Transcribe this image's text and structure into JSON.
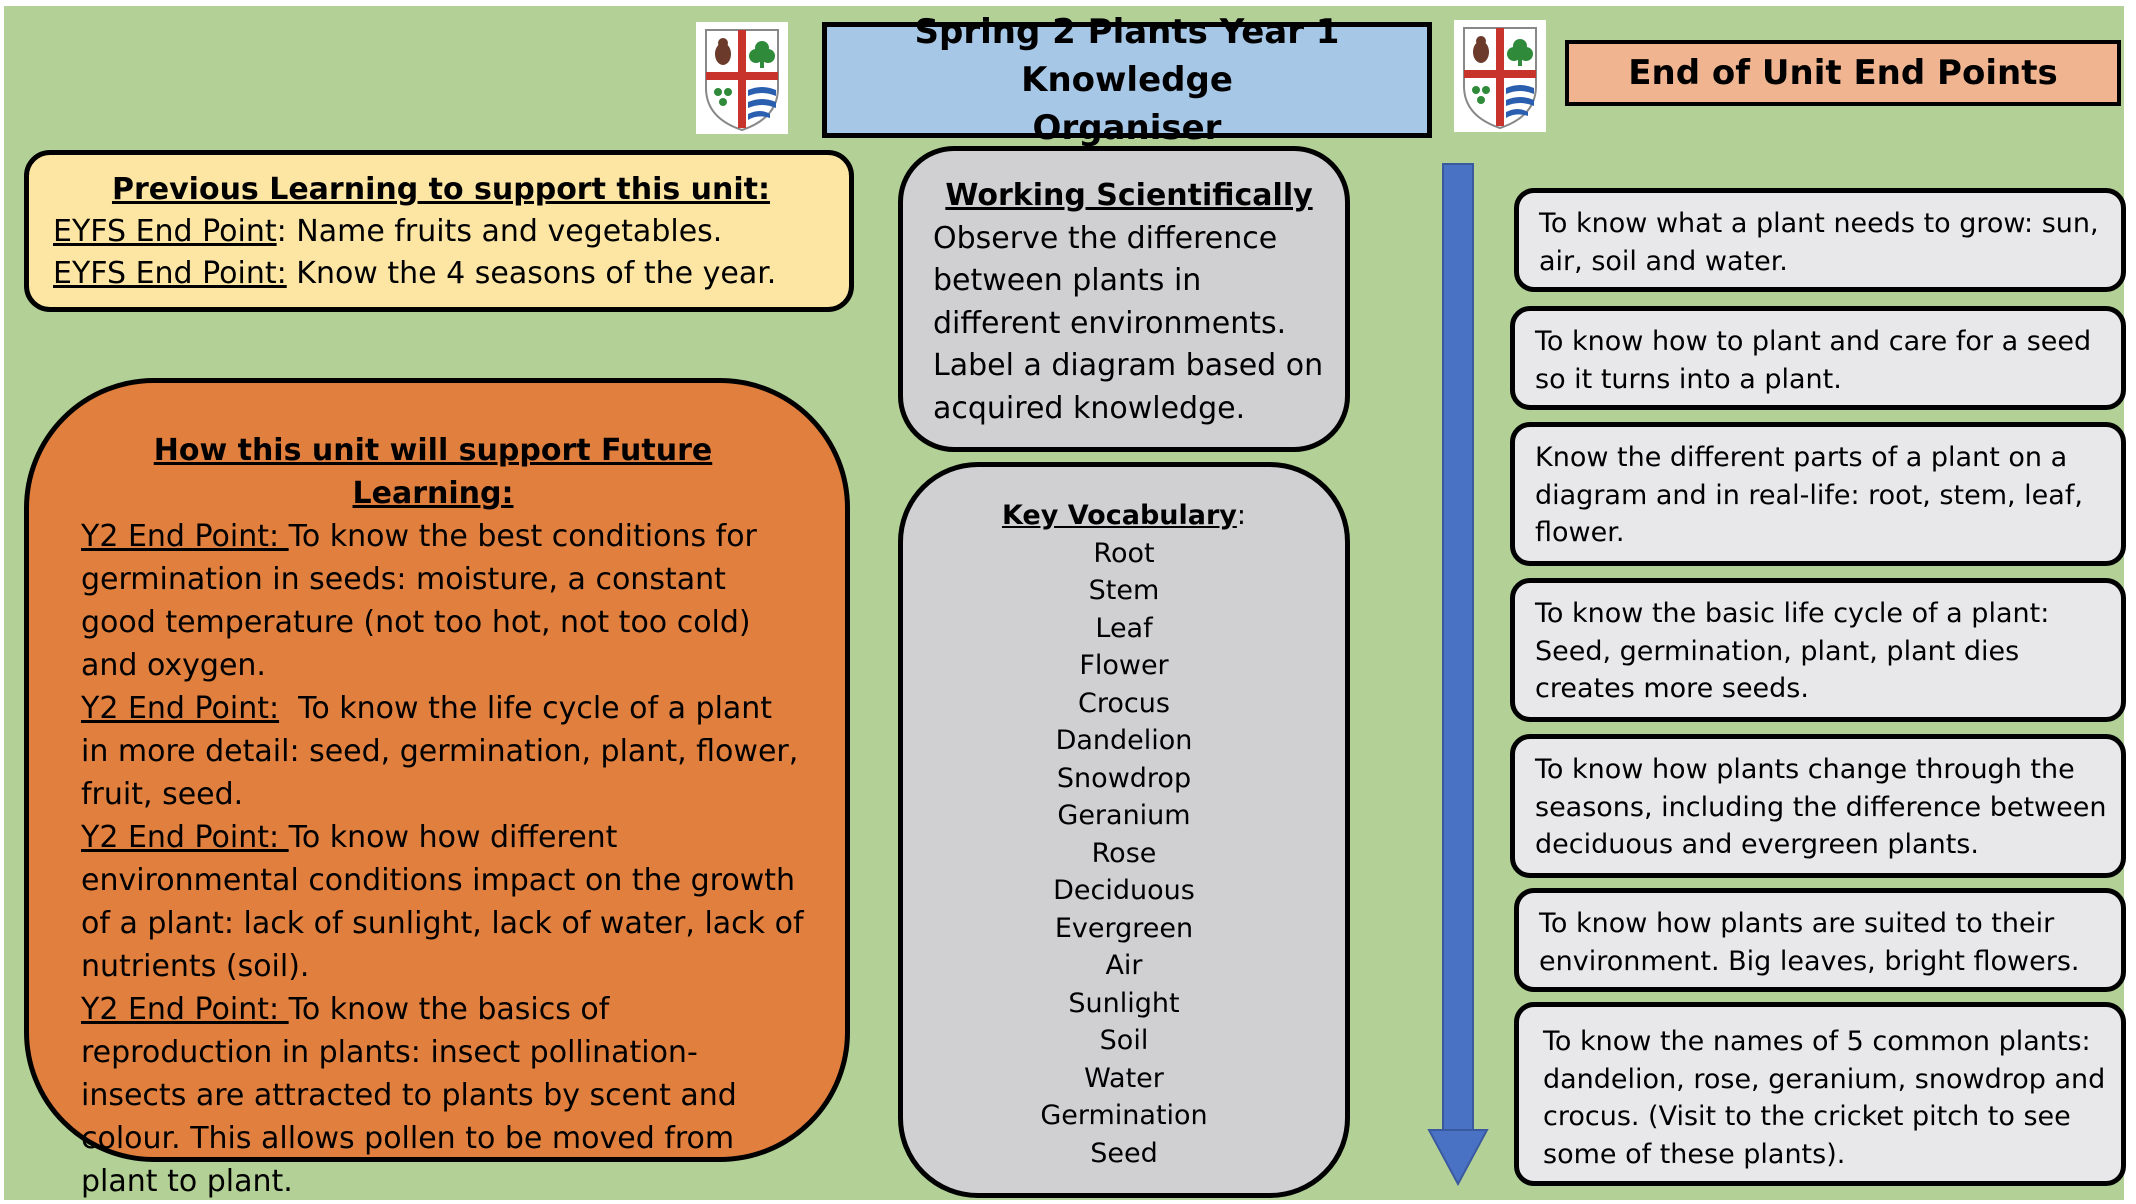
{
  "title": {
    "line1": "Spring 2 Plants Year 1 Knowledge",
    "line2": "Organiser"
  },
  "end_points_title": "End of Unit End Points",
  "previous_learning": {
    "heading": "Previous Learning to support this unit:",
    "items": [
      {
        "label": "EYFS End Point",
        "text": ": Name fruits and vegetables."
      },
      {
        "label": "EYFS End Point:",
        "text": " Know the 4 seasons of the year."
      }
    ]
  },
  "future_learning": {
    "heading": "How this unit will support Future Learning:",
    "items": [
      {
        "label": "Y2 End Point: ",
        "text": "To know the best conditions for germination in seeds: moisture, a constant good temperature (not too hot, not too cold) and oxygen."
      },
      {
        "label": "Y2 End Point:",
        "text": "  To know the life cycle of a plant in more detail: seed, germination, plant, flower, fruit, seed."
      },
      {
        "label": "Y2 End Point: ",
        "text": "To know how different environmental conditions impact on the growth of a plant: lack of sunlight, lack of water, lack of nutrients (soil)."
      },
      {
        "label": "Y2 End Point: ",
        "text": "To know the basics of reproduction in plants: insect pollination- insects are attracted to plants by scent and colour. This allows pollen to be moved from plant to plant."
      }
    ]
  },
  "working_scientifically": {
    "heading": "Working Scientifically",
    "body": "Observe the difference between plants in different environments. Label a diagram based on acquired knowledge."
  },
  "key_vocabulary": {
    "heading": "Key Vocabulary",
    "heading_suffix": ":",
    "words": [
      "Root",
      "Stem",
      "Leaf",
      "Flower",
      "Crocus",
      "Dandelion",
      "Snowdrop",
      "Geranium",
      "Rose",
      "Deciduous",
      "Evergreen",
      "Air",
      "Sunlight",
      "Soil",
      "Water",
      "Germination",
      "Seed"
    ]
  },
  "end_points": [
    "To know what a plant needs to grow: sun, air, soil and water.",
    "To know how to plant and care for a seed so it turns into a plant.",
    "Know the different parts of a plant on a diagram and in real-life: root, stem, leaf, flower.",
    "To know the basic life cycle of a plant: Seed, germination, plant, plant dies creates more seeds.",
    "To know how plants change through the seasons, including the difference between deciduous and evergreen plants.",
    "To know how plants are suited to their environment. Big leaves, bright flowers.",
    "To know the names of 5 common plants: dandelion, rose, geranium, snowdrop and crocus. (Visit to the cricket pitch to see some of these plants)."
  ],
  "colors": {
    "background": "#b3d196",
    "title_fill": "#a7c7e7",
    "end_points_title_fill": "#f0b590",
    "previous_fill": "#fde6a4",
    "future_fill": "#e07f3e",
    "grey_fill": "#d0cfd2",
    "card_fill": "#e8e8ea",
    "arrow": "#4a72c4"
  },
  "icons": [
    "school-crest-icon",
    "down-arrow-icon"
  ]
}
